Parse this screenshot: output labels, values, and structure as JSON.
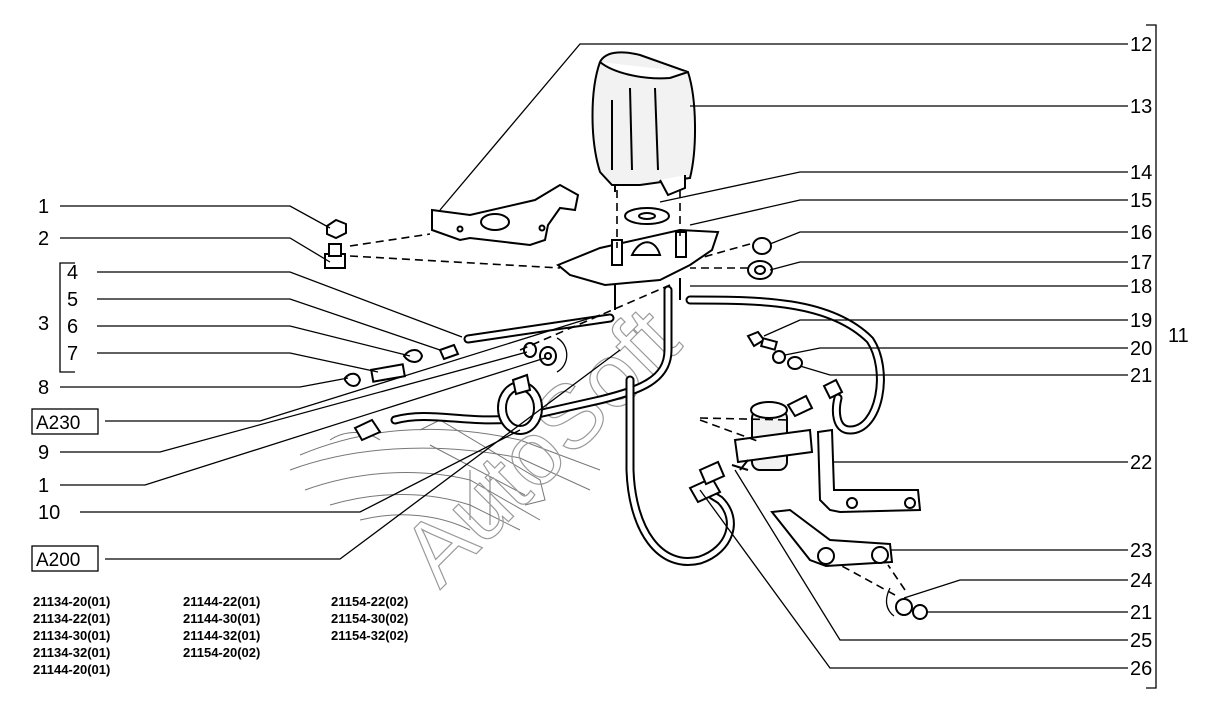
{
  "callouts": {
    "left": [
      {
        "id": "c1a",
        "label": "1"
      },
      {
        "id": "c2",
        "label": "2"
      },
      {
        "id": "c3",
        "label": "3"
      },
      {
        "id": "c4",
        "label": "4"
      },
      {
        "id": "c5",
        "label": "5"
      },
      {
        "id": "c6",
        "label": "6"
      },
      {
        "id": "c7",
        "label": "7"
      },
      {
        "id": "c8",
        "label": "8"
      },
      {
        "id": "c9",
        "label": "9"
      },
      {
        "id": "c1b",
        "label": "1"
      },
      {
        "id": "c10",
        "label": "10"
      }
    ],
    "right": [
      {
        "id": "c12",
        "label": "12"
      },
      {
        "id": "c13",
        "label": "13"
      },
      {
        "id": "c14",
        "label": "14"
      },
      {
        "id": "c15",
        "label": "15"
      },
      {
        "id": "c16",
        "label": "16"
      },
      {
        "id": "c17",
        "label": "17"
      },
      {
        "id": "c18",
        "label": "18"
      },
      {
        "id": "c19",
        "label": "19"
      },
      {
        "id": "c20",
        "label": "20"
      },
      {
        "id": "c21a",
        "label": "21"
      },
      {
        "id": "c22",
        "label": "22"
      },
      {
        "id": "c23",
        "label": "23"
      },
      {
        "id": "c24",
        "label": "24"
      },
      {
        "id": "c21b",
        "label": "21"
      },
      {
        "id": "c25",
        "label": "25"
      },
      {
        "id": "c26",
        "label": "26"
      }
    ],
    "group": "11"
  },
  "boxes": {
    "a230": "A230",
    "a200": "A200"
  },
  "watermark": "AutoSoft",
  "model_codes": {
    "col1": [
      "21134-20(01)",
      "21134-22(01)",
      "21134-30(01)",
      "21134-32(01)",
      "21144-20(01)"
    ],
    "col2": [
      "21144-22(01)",
      "21144-30(01)",
      "21144-32(01)",
      "21154-20(02)"
    ],
    "col3": [
      "21154-22(02)",
      "21154-30(02)",
      "21154-32(02)"
    ]
  }
}
